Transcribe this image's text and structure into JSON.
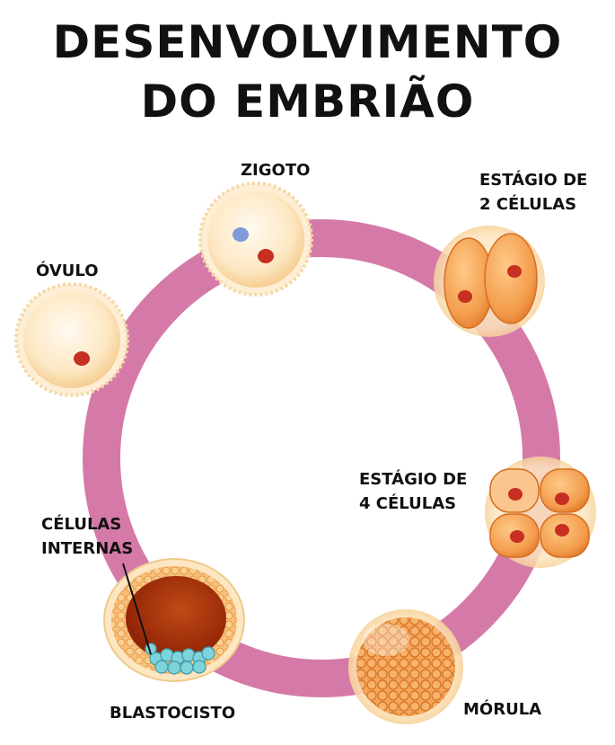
{
  "title": {
    "line1": "DESENVOLVIMENTO",
    "line2": "DO EMBRIÃO"
  },
  "stages": {
    "ovulo": "ÓVULO",
    "zigoto": "ZIGOTO",
    "two_cell_line1": "ESTÁGIO DE",
    "two_cell_line2": "2 CÉLULAS",
    "four_cell_line1": "ESTÁGIO DE",
    "four_cell_line2": "4 CÉLULAS",
    "morula": "MÓRULA",
    "blastocisto": "BLASTOCISTO",
    "inner_cells_line1": "CÉLULAS",
    "inner_cells_line2": "INTERNAS"
  },
  "colors": {
    "ring": "#d57aa8",
    "cell_fill": "#fde7bf",
    "cleavage_fill": "#f3a35a",
    "nucleus": "#c62f22",
    "male_pronucleus": "#7f9ad8",
    "inner_cells": "#7fd4dc",
    "blastocoel": "#a6320e"
  }
}
